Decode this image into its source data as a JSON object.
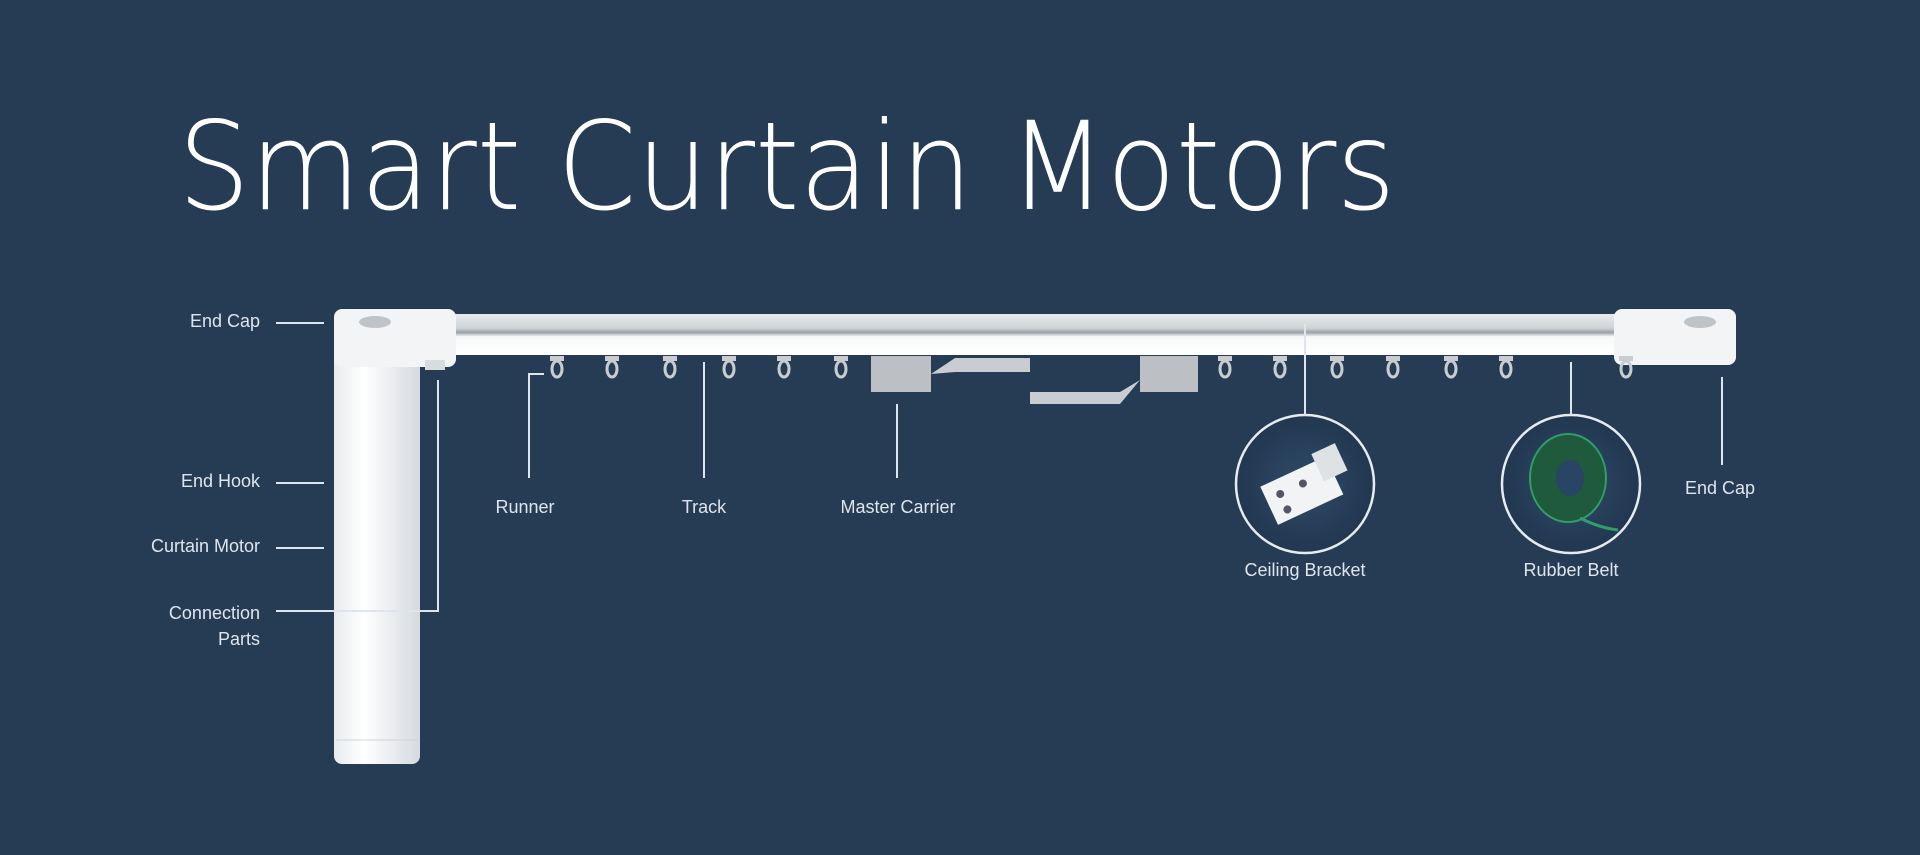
{
  "title": "Smart Curtain Motors",
  "labels": {
    "end_cap_left": "End Cap",
    "end_hook": "End Hook",
    "curtain_motor": "Curtain Motor",
    "connection_parts_1": "Connection",
    "connection_parts_2": "Parts",
    "runner": "Runner",
    "track": "Track",
    "master_carrier": "Master Carrier",
    "ceiling_bracket": "Ceiling Bracket",
    "rubber_belt": "Rubber Belt",
    "end_cap_right": "End Cap"
  },
  "colors": {
    "background": "#263c55",
    "belt": "#1f5a3c"
  }
}
